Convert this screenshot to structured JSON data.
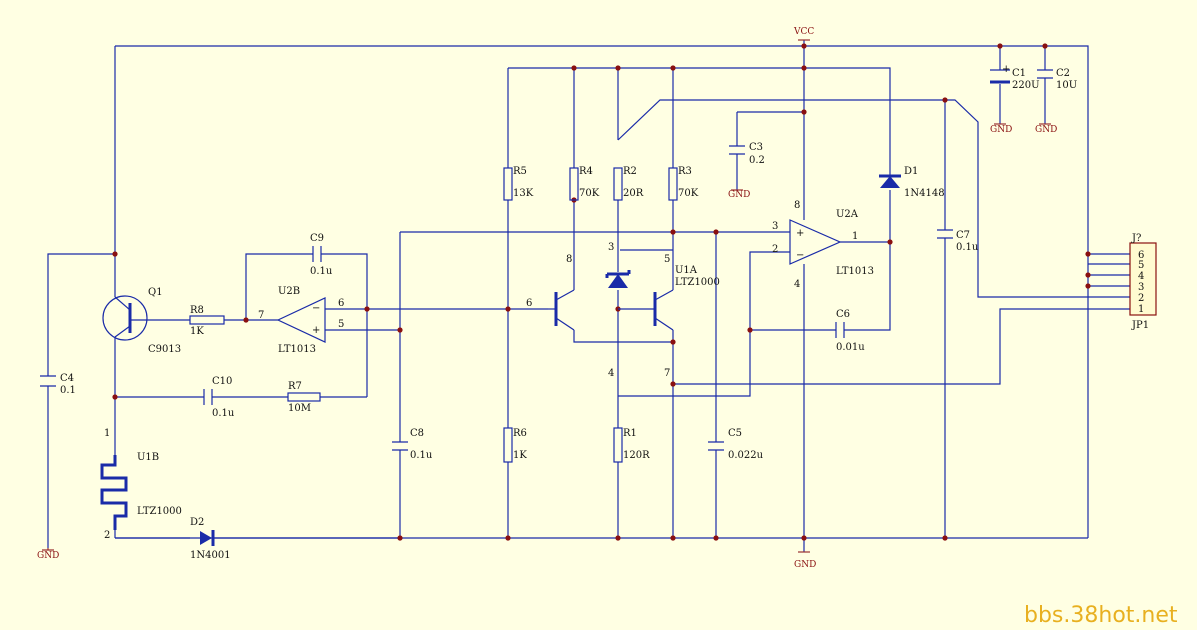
{
  "power": {
    "vcc": "VCC",
    "gnd": "GND"
  },
  "components": {
    "Q1": {
      "ref": "Q1",
      "value": "C9013"
    },
    "R8": {
      "ref": "R8",
      "value": "1K"
    },
    "U2B": {
      "ref": "U2B",
      "value": "LT1013"
    },
    "C9": {
      "ref": "C9",
      "value": "0.1u"
    },
    "C10": {
      "ref": "C10",
      "value": "0.1u"
    },
    "R7": {
      "ref": "R7",
      "value": "10M"
    },
    "C4": {
      "ref": "C4",
      "value": "0.1"
    },
    "U1B": {
      "ref": "U1B",
      "value": "LTZ1000"
    },
    "D2": {
      "ref": "D2",
      "value": "1N4001"
    },
    "C8": {
      "ref": "C8",
      "value": "0.1u"
    },
    "R5": {
      "ref": "R5",
      "value": "13K"
    },
    "R6": {
      "ref": "R6",
      "value": "1K"
    },
    "R4": {
      "ref": "R4",
      "value": "70K"
    },
    "R2": {
      "ref": "R2",
      "value": "20R"
    },
    "R3": {
      "ref": "R3",
      "value": "70K"
    },
    "R1": {
      "ref": "R1",
      "value": "120R"
    },
    "U1A": {
      "ref": "U1A",
      "value": "LTZ1000"
    },
    "C5": {
      "ref": "C5",
      "value": "0.022u"
    },
    "C3": {
      "ref": "C3",
      "value": "0.2"
    },
    "U2A": {
      "ref": "U2A",
      "value": "LT1013"
    },
    "C6": {
      "ref": "C6",
      "value": "0.01u"
    },
    "D1": {
      "ref": "D1",
      "value": "1N4148"
    },
    "C7": {
      "ref": "C7",
      "value": "0.1u"
    },
    "C1": {
      "ref": "C1",
      "value": "220U"
    },
    "C2": {
      "ref": "C2",
      "value": "10U"
    },
    "J7": {
      "ref": "J?"
    },
    "JP1": {
      "ref": "JP1"
    }
  },
  "pins": {
    "u2b_7": "7",
    "u2b_6": "6",
    "u2b_5": "5",
    "u1b_1": "1",
    "u1b_2": "2",
    "u1a_8": "8",
    "u1a_6": "6",
    "u1a_3": "3",
    "u1a_5": "5",
    "u1a_4": "4",
    "u1a_7": "7",
    "u2a_3": "3",
    "u2a_2": "2",
    "u2a_1": "1",
    "u2a_8": "8",
    "u2a_4": "4",
    "u2a_plus": "+",
    "u2a_minus": "−",
    "u2b_plus": "+",
    "u2b_minus": "−",
    "c1_plus": "+",
    "jp": [
      "6",
      "5",
      "4",
      "3",
      "2",
      "1"
    ]
  },
  "watermark": "bbs.38hot.net",
  "colors": {
    "wire": "#1a2ba8",
    "power": "#9a3030",
    "junction": "#8a1010",
    "background": "#ffffe3",
    "watermark": "#e8b020"
  }
}
